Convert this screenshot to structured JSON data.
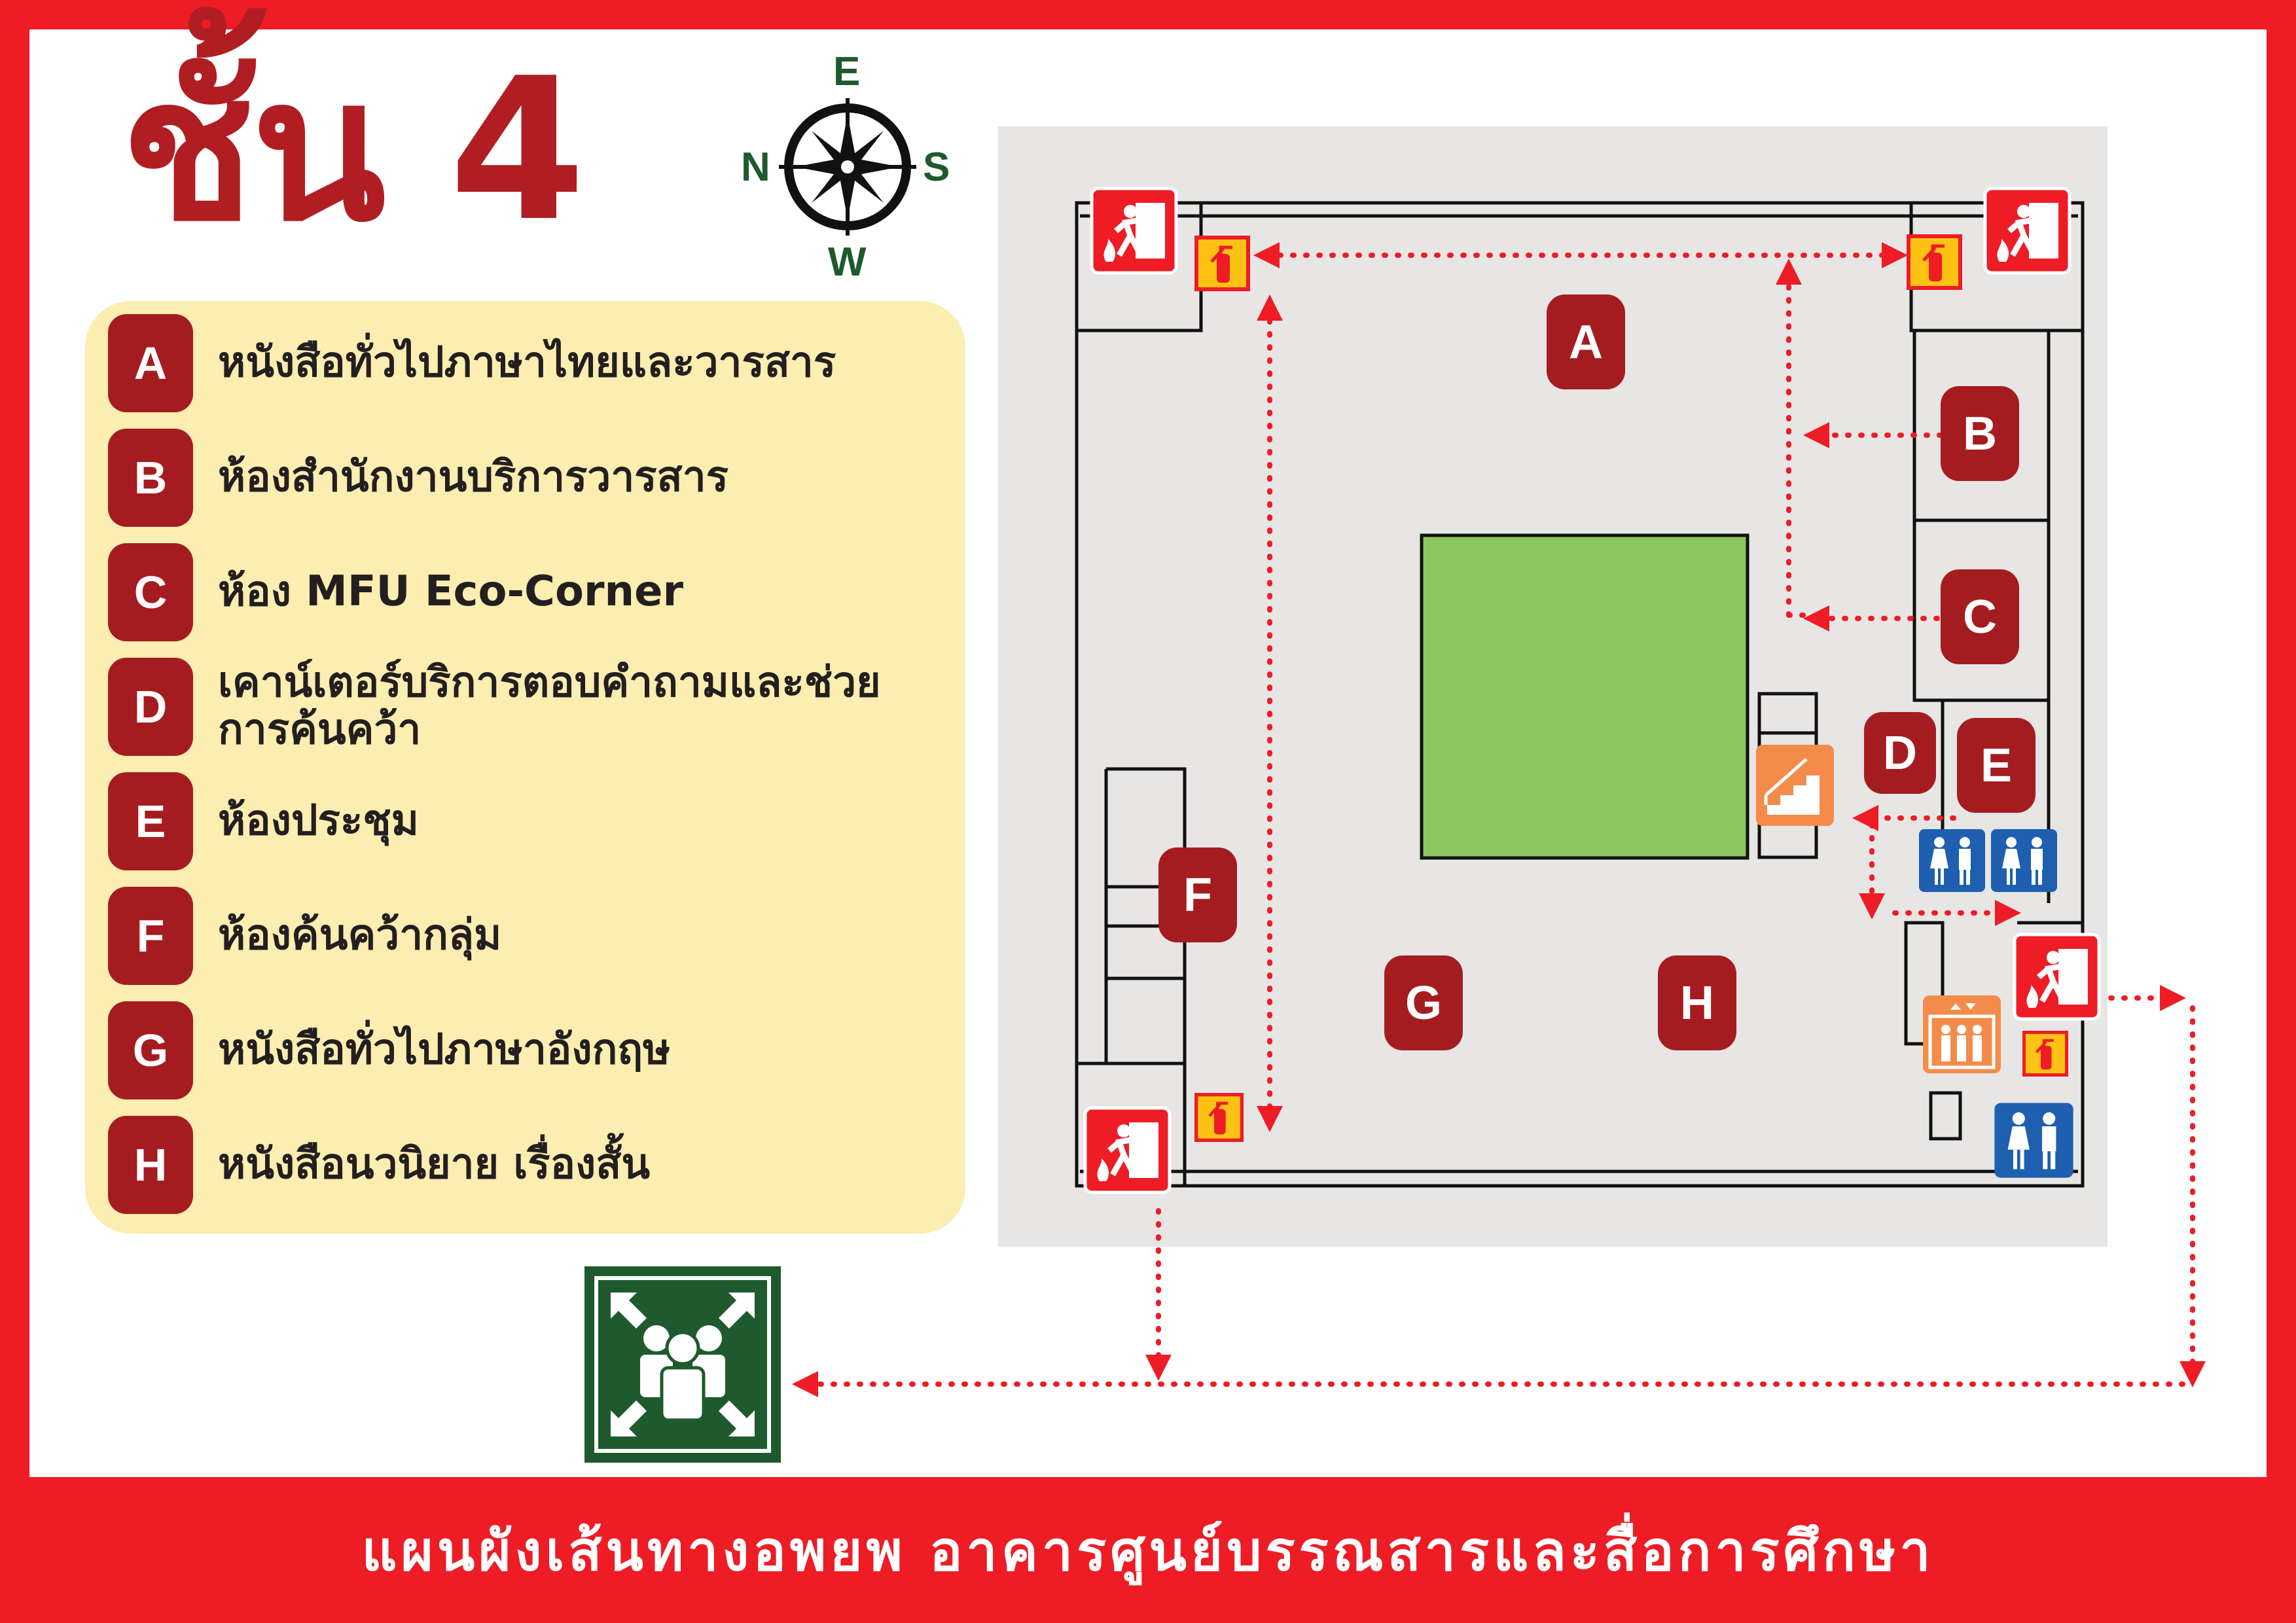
{
  "title": "ชั้น 4",
  "compass": {
    "north": "N",
    "east": "E",
    "south": "S",
    "west": "W"
  },
  "legend": [
    {
      "letter": "A",
      "text": "หนังสือทั่วไปภาษาไทยและวารสาร"
    },
    {
      "letter": "B",
      "text": "ห้องสำนักงานบริการวารสาร"
    },
    {
      "letter": "C",
      "text": "ห้อง MFU Eco-Corner"
    },
    {
      "letter": "D",
      "text": "เคาน์เตอร์บริการตอบคำถามและช่วยการค้นคว้า"
    },
    {
      "letter": "E",
      "text": "ห้องประชุม"
    },
    {
      "letter": "F",
      "text": "ห้องค้นคว้ากลุ่ม"
    },
    {
      "letter": "G",
      "text": "หนังสือทั่วไปภาษาอังกฤษ"
    },
    {
      "letter": "H",
      "text": "หนังสือนวนิยาย เรื่องสั้น"
    }
  ],
  "map_labels": {
    "A": "A",
    "B": "B",
    "C": "C",
    "D": "D",
    "E": "E",
    "F": "F",
    "G": "G",
    "H": "H"
  },
  "footer": "แผนผังเส้นทางอพยพ อาคารศูนย์บรรณสารและสื่อการศึกษา",
  "colors": {
    "border_red": "#EE1C25",
    "badge_red": "#A51C20",
    "legend_bg": "#FCEDB0",
    "map_bg": "#E7E6E5",
    "courtyard_green": "#8BC75E",
    "route_red": "#EE1C25",
    "assembly_green": "#1E5A2D",
    "restroom_blue": "#1E5FB0",
    "stair_orange": "#F48B4B",
    "extinguisher_yellow": "#FDC214"
  },
  "icons": {
    "fire_exit": "fire-exit-icon",
    "extinguisher": "fire-extinguisher-icon",
    "restroom": "restroom-icon",
    "stairs": "stairs-icon",
    "elevator": "elevator-icon",
    "assembly_point": "assembly-point-icon",
    "compass": "compass-icon"
  }
}
